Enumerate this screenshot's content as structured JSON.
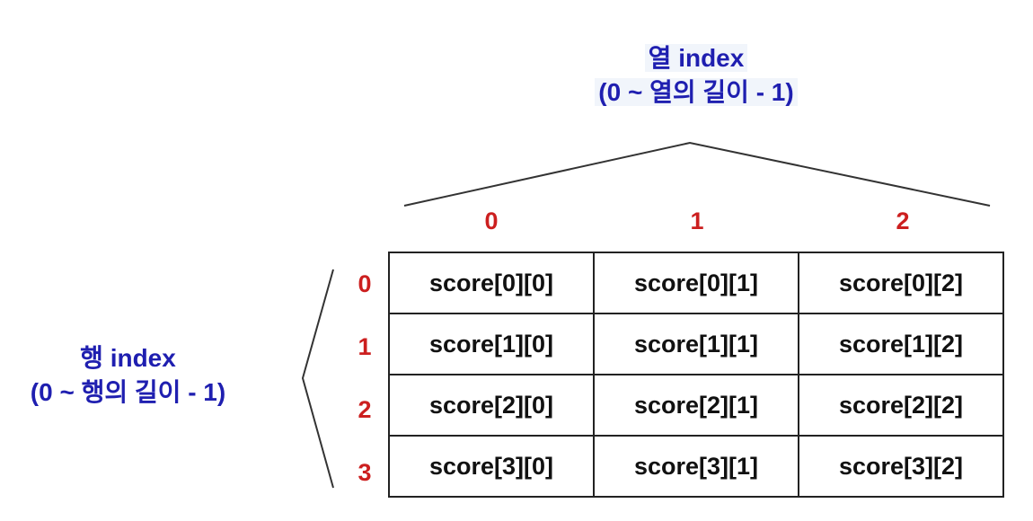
{
  "column_axis": {
    "title": "열 index",
    "range": "(0 ~ 열의 길이 - 1)",
    "indices": [
      "0",
      "1",
      "2"
    ]
  },
  "row_axis": {
    "title": "행 index",
    "range": "(0 ~ 행의 길이 - 1)",
    "indices": [
      "0",
      "1",
      "2",
      "3"
    ]
  },
  "cells": [
    [
      "score[0][0]",
      "score[0][1]",
      "score[0][2]"
    ],
    [
      "score[1][0]",
      "score[1][1]",
      "score[1][2]"
    ],
    [
      "score[2][0]",
      "score[2][1]",
      "score[2][2]"
    ],
    [
      "score[3][0]",
      "score[3][1]",
      "score[3][2]"
    ]
  ],
  "colors": {
    "axis_label": "#1f1fb0",
    "index_number": "#cc1f1f",
    "grid_line": "#222222",
    "cell_text": "#111111"
  }
}
